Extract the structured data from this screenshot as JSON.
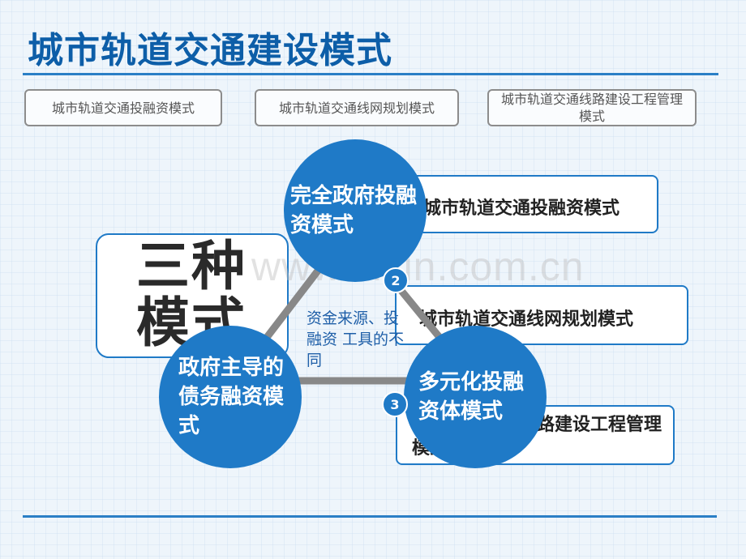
{
  "title": "城市轨道交通建设模式",
  "top_boxes": [
    "城市轨道交通投融资模式",
    "城市轨道交通线网规划模式",
    "城市轨道交通线路建设工程管理模式"
  ],
  "big_label": "三种模式",
  "right_boxes": [
    "城市轨道交通投融资模式",
    "城市轨道交通线网规划模式",
    "城市轨道交通线路建设工程管理模式"
  ],
  "circles": {
    "top": "完全政府投融资模式",
    "left": "政府主导的债务融资模式",
    "right": "多元化投融资体模式"
  },
  "numbers": [
    "2",
    "3"
  ],
  "center_text": "资金来源、投融资 工具的不同",
  "watermark": "www.zixin.com.cn",
  "colors": {
    "accent": "#1f7ac7",
    "title": "#0d5ea8",
    "triangle": "#888888"
  }
}
